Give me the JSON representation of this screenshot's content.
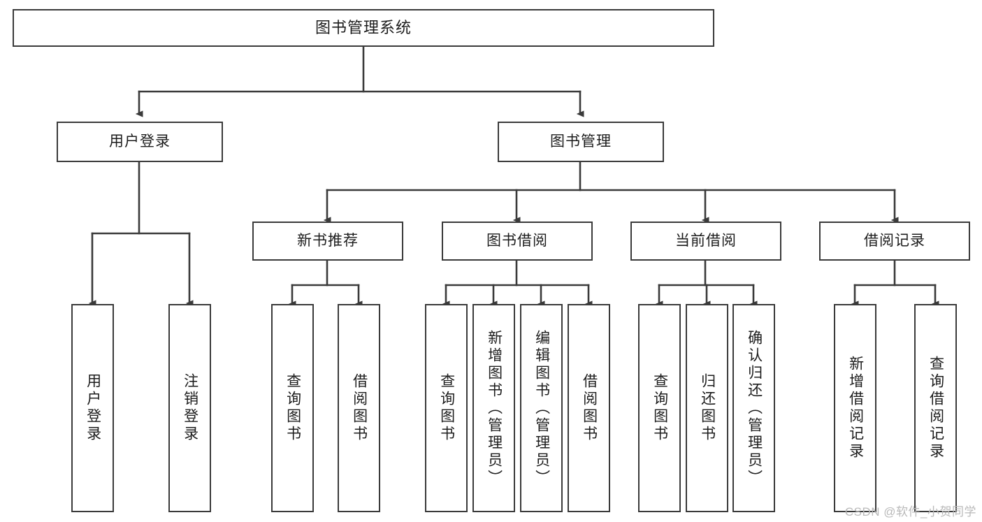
{
  "diagram": {
    "title": "图书管理系统",
    "type": "tree-hierarchy-diagram",
    "colors": {
      "border": "#3a3a3a",
      "background": "#ffffff",
      "text": "#1c1c1c",
      "connector": "#3a3a3a",
      "watermark": "#b9b9b9"
    },
    "root": {
      "label": "图书管理系统"
    },
    "level2": [
      {
        "label": "用户登录"
      },
      {
        "label": "图书管理"
      }
    ],
    "level3": [
      {
        "label": "新书推荐"
      },
      {
        "label": "图书借阅"
      },
      {
        "label": "当前借阅"
      },
      {
        "label": "借阅记录"
      }
    ],
    "leaves": {
      "user_login": [
        {
          "label": "用户登录"
        },
        {
          "label": "注销登录"
        }
      ],
      "new_book_recommend": [
        {
          "label": "查询图书"
        },
        {
          "label": "借阅图书"
        }
      ],
      "book_borrow": [
        {
          "label": "查询图书"
        },
        {
          "label": "新增图书（管理员）"
        },
        {
          "label": "编辑图书（管理员）"
        },
        {
          "label": "借阅图书"
        }
      ],
      "current_borrow": [
        {
          "label": "查询图书"
        },
        {
          "label": "归还图书"
        },
        {
          "label": "确认归还（管理员）"
        }
      ],
      "borrow_record": [
        {
          "label": "新增借阅记录"
        },
        {
          "label": "查询借阅记录"
        }
      ]
    }
  },
  "watermark": {
    "text": "CSDN @软件_小贺同学"
  }
}
